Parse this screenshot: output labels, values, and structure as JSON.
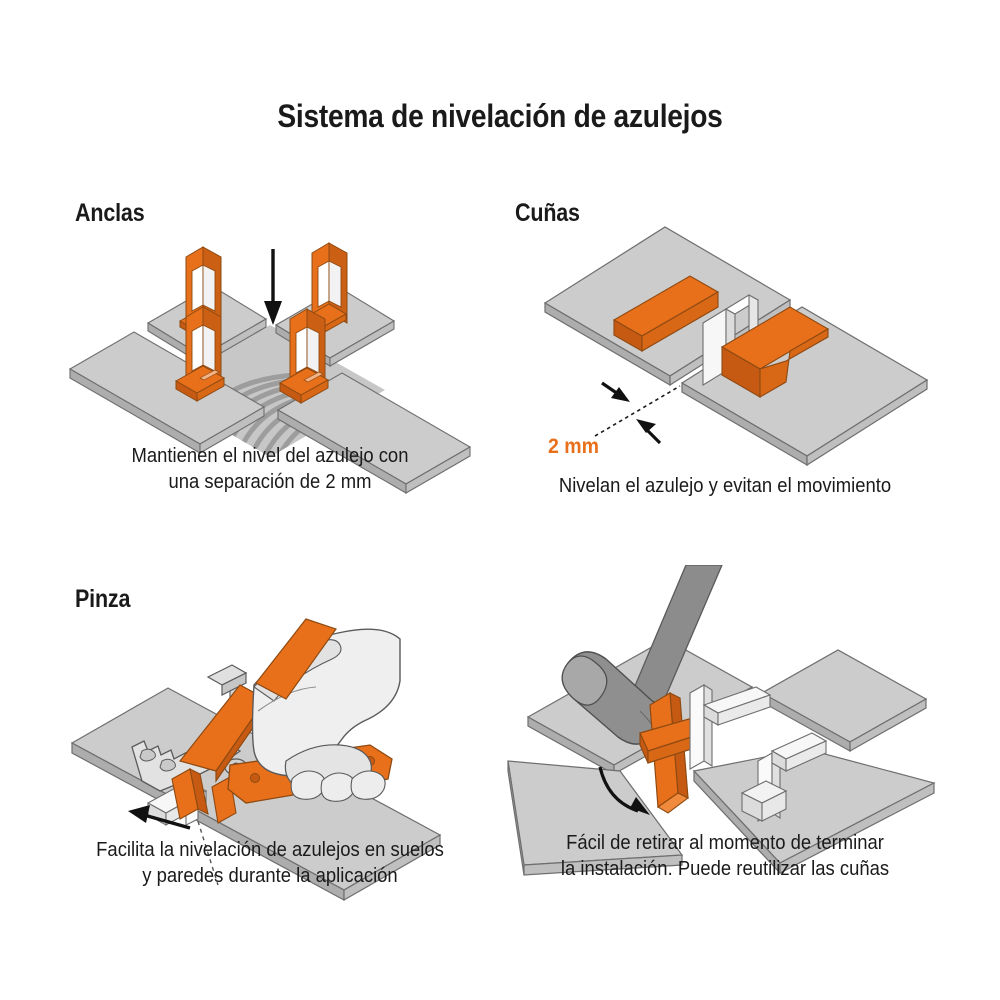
{
  "title": "Sistema de nivelación de azulejos",
  "colors": {
    "orange": "#E8701A",
    "orange_dark": "#C65A13",
    "orange_light": "#F08A3C",
    "tile_face": "#CCCCCC",
    "tile_edge": "#9A9A9A",
    "tile_side": "#B0B0B0",
    "text": "#1A1A1A",
    "background": "#FFFFFF",
    "white_part": "#F5F5F5",
    "mallet_gray": "#8C8C8C"
  },
  "panels": [
    {
      "id": "anclas",
      "label": "Anclas",
      "caption": "Mantienen el nivel del azulejo con\nuna separación de 2 mm",
      "illustration": "four-tiles-with-four-orange-anchor-clips-and-downward-arrow-over-combed-adhesive"
    },
    {
      "id": "cunas",
      "label": "Cuñas",
      "caption": "Nivelan el azulejo y evitan el movimiento",
      "illustration": "two-tiles-with-white-clip-and-orange-wedge-in-joint",
      "annotation": {
        "gap_label": "2 mm"
      }
    },
    {
      "id": "pinza",
      "label": "Pinza",
      "caption": "Facilita la nivelación de azulejos en suelos\ny paredes durante la aplicación",
      "illustration": "hand-holding-orange-pliers-tensioning-wedge-on-tile-joint"
    },
    {
      "id": "retiro",
      "label": "",
      "caption": "Fácil de retirar al momento de terminar\nla instalación. Puede reutilizar las cuñas",
      "illustration": "rubber-mallet-striking-orange-wedge-to-remove-clips-from-tiles"
    }
  ]
}
